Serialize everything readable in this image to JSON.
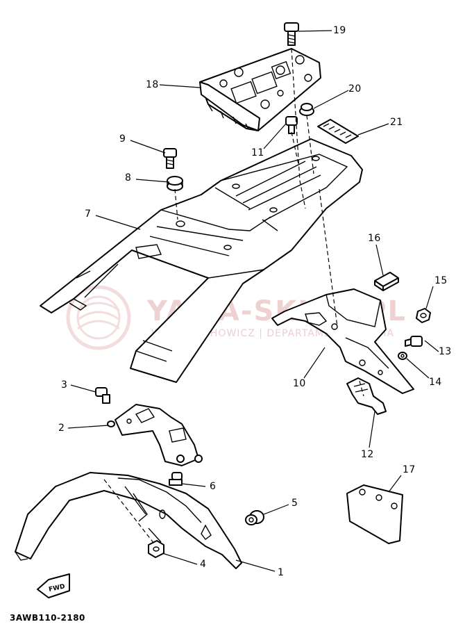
{
  "callouts": [
    {
      "id": "c1",
      "label": "1"
    },
    {
      "id": "c2",
      "label": "2"
    },
    {
      "id": "c3",
      "label": "3"
    },
    {
      "id": "c4",
      "label": "4"
    },
    {
      "id": "c5",
      "label": "5"
    },
    {
      "id": "c6",
      "label": "6"
    },
    {
      "id": "c7",
      "label": "7"
    },
    {
      "id": "c8",
      "label": "8"
    },
    {
      "id": "c9",
      "label": "9"
    },
    {
      "id": "c10",
      "label": "10"
    },
    {
      "id": "c11",
      "label": "11"
    },
    {
      "id": "c12",
      "label": "12"
    },
    {
      "id": "c13",
      "label": "13"
    },
    {
      "id": "c14",
      "label": "14"
    },
    {
      "id": "c15",
      "label": "15"
    },
    {
      "id": "c16",
      "label": "16"
    },
    {
      "id": "c17",
      "label": "17"
    },
    {
      "id": "c18",
      "label": "18"
    },
    {
      "id": "c19",
      "label": "19"
    },
    {
      "id": "c20",
      "label": "20"
    },
    {
      "id": "c21",
      "label": "21"
    }
  ],
  "direction_marker": "FWD",
  "diagram_code": "3AWB110-2180",
  "watermark": {
    "title": "YAMA-SKLEP.PL",
    "subtitle": "WWW.CIECHOWICZ | DEPARTAMENT YAMAHA",
    "color": "#d9a0a0"
  }
}
